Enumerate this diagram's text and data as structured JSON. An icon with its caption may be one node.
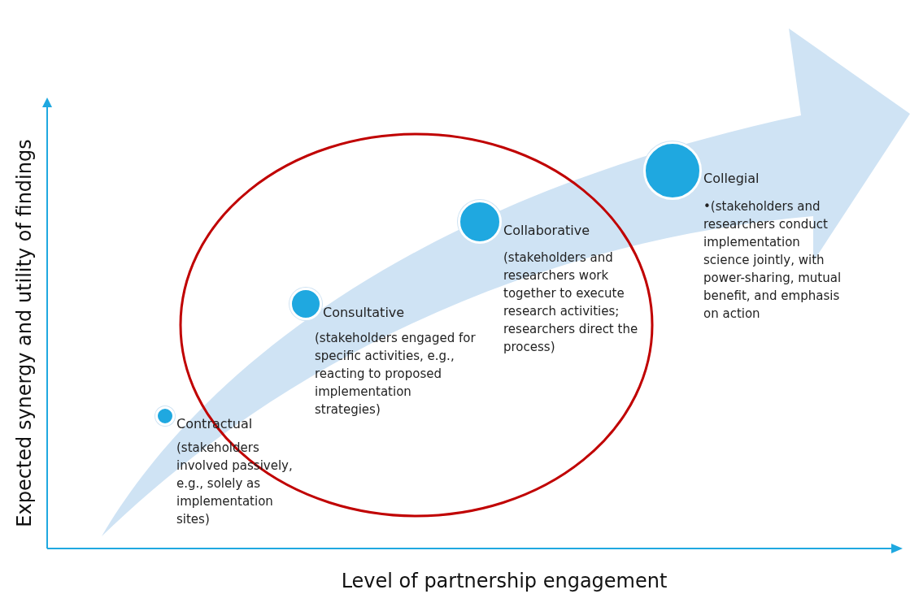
{
  "diagram": {
    "nodes": [
      {
        "text": [],
        "shape": "circle",
        "beside": [
          "Contractual",
          "(stakeholders involved passively, e.g., solely as implementation sites)"
        ]
      },
      {
        "text": [],
        "shape": "circle",
        "beside": [
          "Consultative",
          "(stakeholders engaged for specific activities, e.g., reacting to proposed implementation strategies)"
        ]
      },
      {
        "text": [],
        "shape": "circle",
        "beside": [
          "Collaborative",
          "(stakeholders and researchers work together to execute research activities; researchers direct the process)"
        ]
      },
      {
        "text": [],
        "shape": "circle",
        "beside": [
          "Collegial",
          "•(stakeholders and researchers conduct implementation science jointly, with power-sharing, mutual benefit, and emphasis on action"
        ]
      }
    ],
    "edges": [],
    "labels": [
      "Expected synergy and utility of findings",
      "Level of partnership engagement"
    ]
  }
}
